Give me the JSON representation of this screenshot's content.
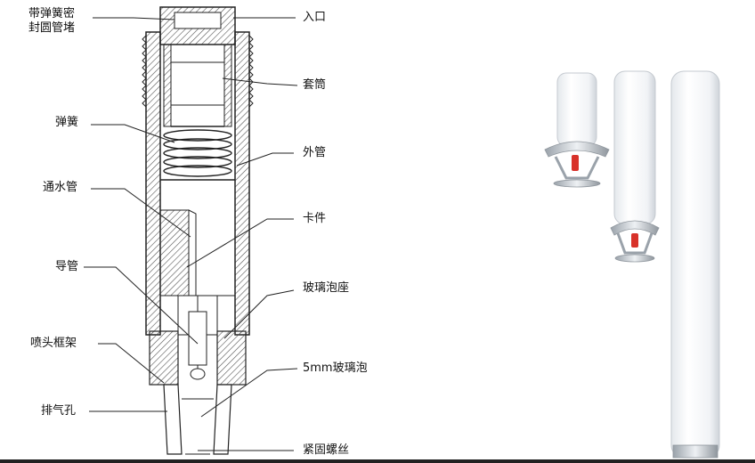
{
  "labels": {
    "sealed_plug_line1": "带弹簧密",
    "sealed_plug_line2": "封圆管堵",
    "inlet": "入口",
    "sleeve": "套筒",
    "spring": "弹簧",
    "outer_pipe": "外管",
    "water_tube": "通水管",
    "clip": "卡件",
    "guide_pipe": "导管",
    "bulb_seat": "玻璃泡座",
    "nozzle_frame": "喷头框架",
    "bulb": "5mm玻璃泡",
    "vent_hole": "排气孔",
    "set_screw": "紧固螺丝"
  },
  "colors": {
    "line": "#222222",
    "hatch": "#555555",
    "sprinkler_body": "#f4f6f8",
    "sprinkler_shadow": "#c9ced4",
    "bulb_red": "#d8322a"
  }
}
